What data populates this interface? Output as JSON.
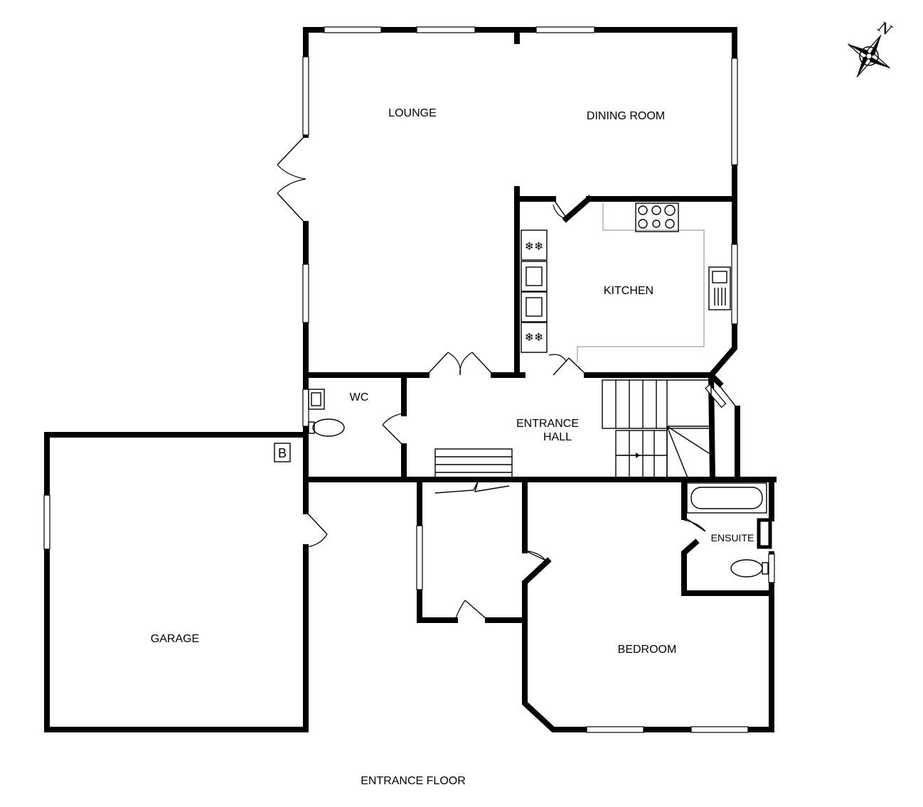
{
  "plan": {
    "floor_title": "ENTRANCE FLOOR",
    "rooms": {
      "lounge": "LOUNGE",
      "dining_room": "DINING ROOM",
      "kitchen": "KITCHEN",
      "wc": "WC",
      "entrance_hall_line1": "ENTRANCE",
      "entrance_hall_line2": "HALL",
      "garage": "GARAGE",
      "bedroom": "BEDROOM",
      "ensuite": "ENSUITE"
    },
    "boiler_label": "B",
    "compass_label": "N"
  }
}
